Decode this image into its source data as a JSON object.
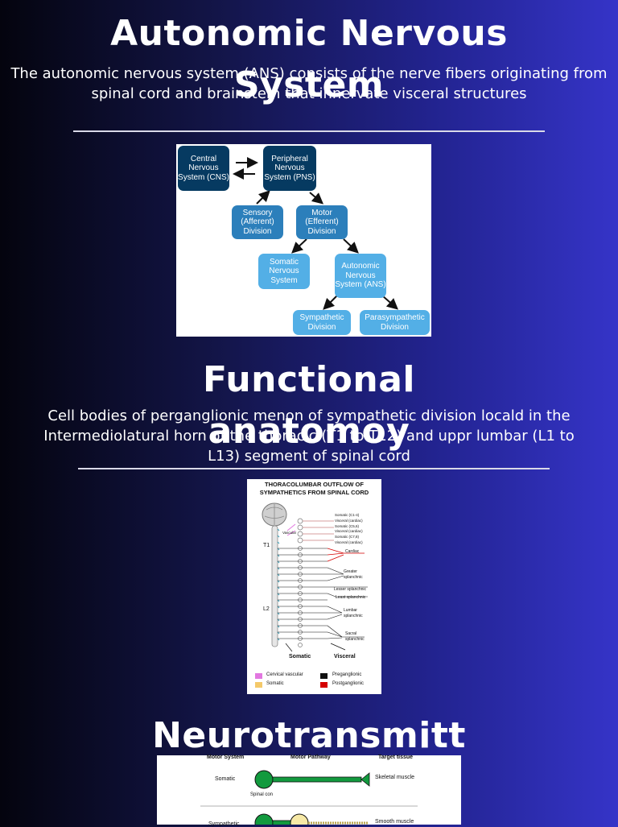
{
  "section1": {
    "title": "Autonomic Nervous System",
    "description": "The autonomic nervous system (ANS) consists of the nerve fibers originating from spinal cord and brainstem that innervate visceral structures"
  },
  "diagram1": {
    "boxes": {
      "cns": "Central Nervous System (CNS)",
      "pns": "Peripheral Nervous System (PNS)",
      "sensory": "Sensory (Afferent) Division",
      "motor": "Motor (Efferent) Division",
      "somatic": "Somatic Nervous System",
      "ans": "Autonomic Nervous System (ANS)",
      "sympathetic": "Sympathetic Division",
      "parasympathetic": "Parasympathetic Division"
    }
  },
  "section2": {
    "title": "Functional anatomoy",
    "description": "Cell bodies of perganglionic menon of sympathetic division locald in the Intermediolatural horn of the thoracic (T1 to T12) and uppr lumbar (L1 to L13) segment of spinal cord"
  },
  "figure2": {
    "title_line1": "THORACOLUMBAR OUTFLOW OF",
    "title_line2": "SYMPATHETICS FROM SPINAL CORD",
    "labels": {
      "t1": "T1",
      "l2": "L2",
      "vascular": "Vascular",
      "somatic_c14": "Somatic (C1-4)",
      "visceral_cardiac_1": "Visceral (cardiac)",
      "somatic_c56": "Somatic (C5,6)",
      "visceral_cardiac_2": "Visceral (cardiac)",
      "somatic_c78": "Somatic (C7,8)",
      "visceral_cardiac_3": "Visceral (cardiac)",
      "cardiac": "Cardiac",
      "greater": "Greater",
      "greater_splanchnic": "splanchnic",
      "lesser_splanchnic": "Lesser splanchnic",
      "least_splanchnic": "Least splanchnic",
      "lumbar": "Lumbar",
      "lumbar_splanchnic": "splanchnic",
      "sacral": "Sacral",
      "sacral_splanchnic": "splanchnic",
      "somatic": "Somatic",
      "visceral": "Visceral"
    },
    "legend": {
      "cervical_vascular": "Cervical vascular",
      "somatic": "Somatic",
      "preganglionic": "Preganglionic",
      "postganglionic": "Postganglionic"
    },
    "colors": {
      "cervical_vascular": "#e277e0",
      "somatic": "#f4c96a",
      "preganglionic": "#111111",
      "postganglionic": "#d40000"
    }
  },
  "section3": {
    "title": "Neurotransmitt"
  },
  "figure3": {
    "headers": {
      "motor_system": "Motor System",
      "motor_pathway": "Motor Pathway",
      "target_tissue": "Target tissue"
    },
    "rows": {
      "somatic": "Somatic",
      "spinal_cord": "Spinal con",
      "skeletal_muscle": "Skeletal muscle",
      "sympathetic": "Sympathetic",
      "smooth_muscle": "Smooth muscle"
    },
    "colors": {
      "neuron_green": "#129a3e",
      "ganglion_yellow": "#f7e9a6"
    }
  }
}
